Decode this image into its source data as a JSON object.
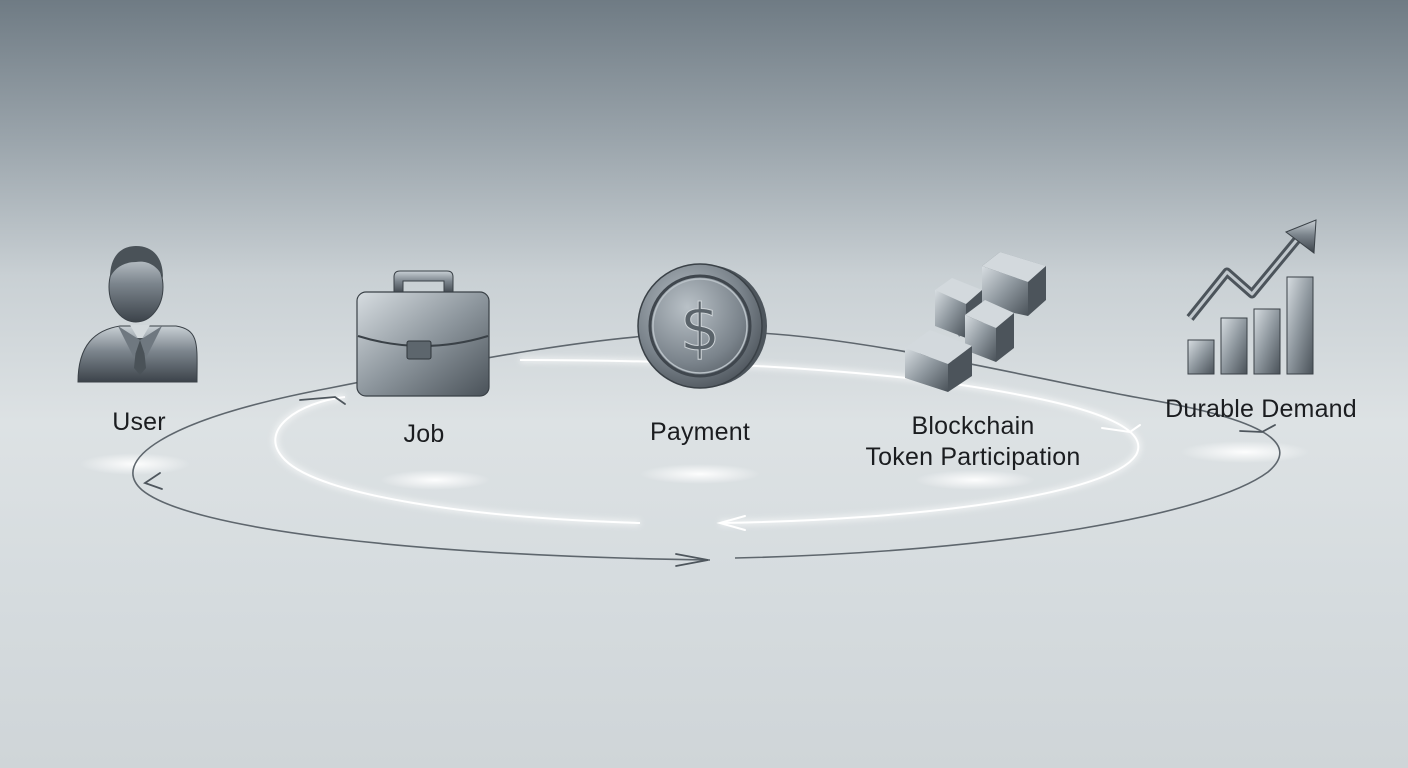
{
  "diagram": {
    "nodes": [
      {
        "id": "user",
        "label": "User",
        "icon": "user-icon"
      },
      {
        "id": "job",
        "label": "Job",
        "icon": "briefcase-icon"
      },
      {
        "id": "payment",
        "label": "Payment",
        "icon": "dollar-coin-icon"
      },
      {
        "id": "blockchain",
        "label_line1": "Blockchain",
        "label_line2": "Token Participation",
        "icon": "blockchain-cubes-icon"
      },
      {
        "id": "demand",
        "label": "Durable Demand",
        "icon": "growth-chart-icon"
      }
    ],
    "colors": {
      "metal_light": "#c3cad0",
      "metal_dark": "#3f464d",
      "ring": "#5e666d",
      "glow": "#ffffff",
      "text": "#1b1d20"
    }
  }
}
